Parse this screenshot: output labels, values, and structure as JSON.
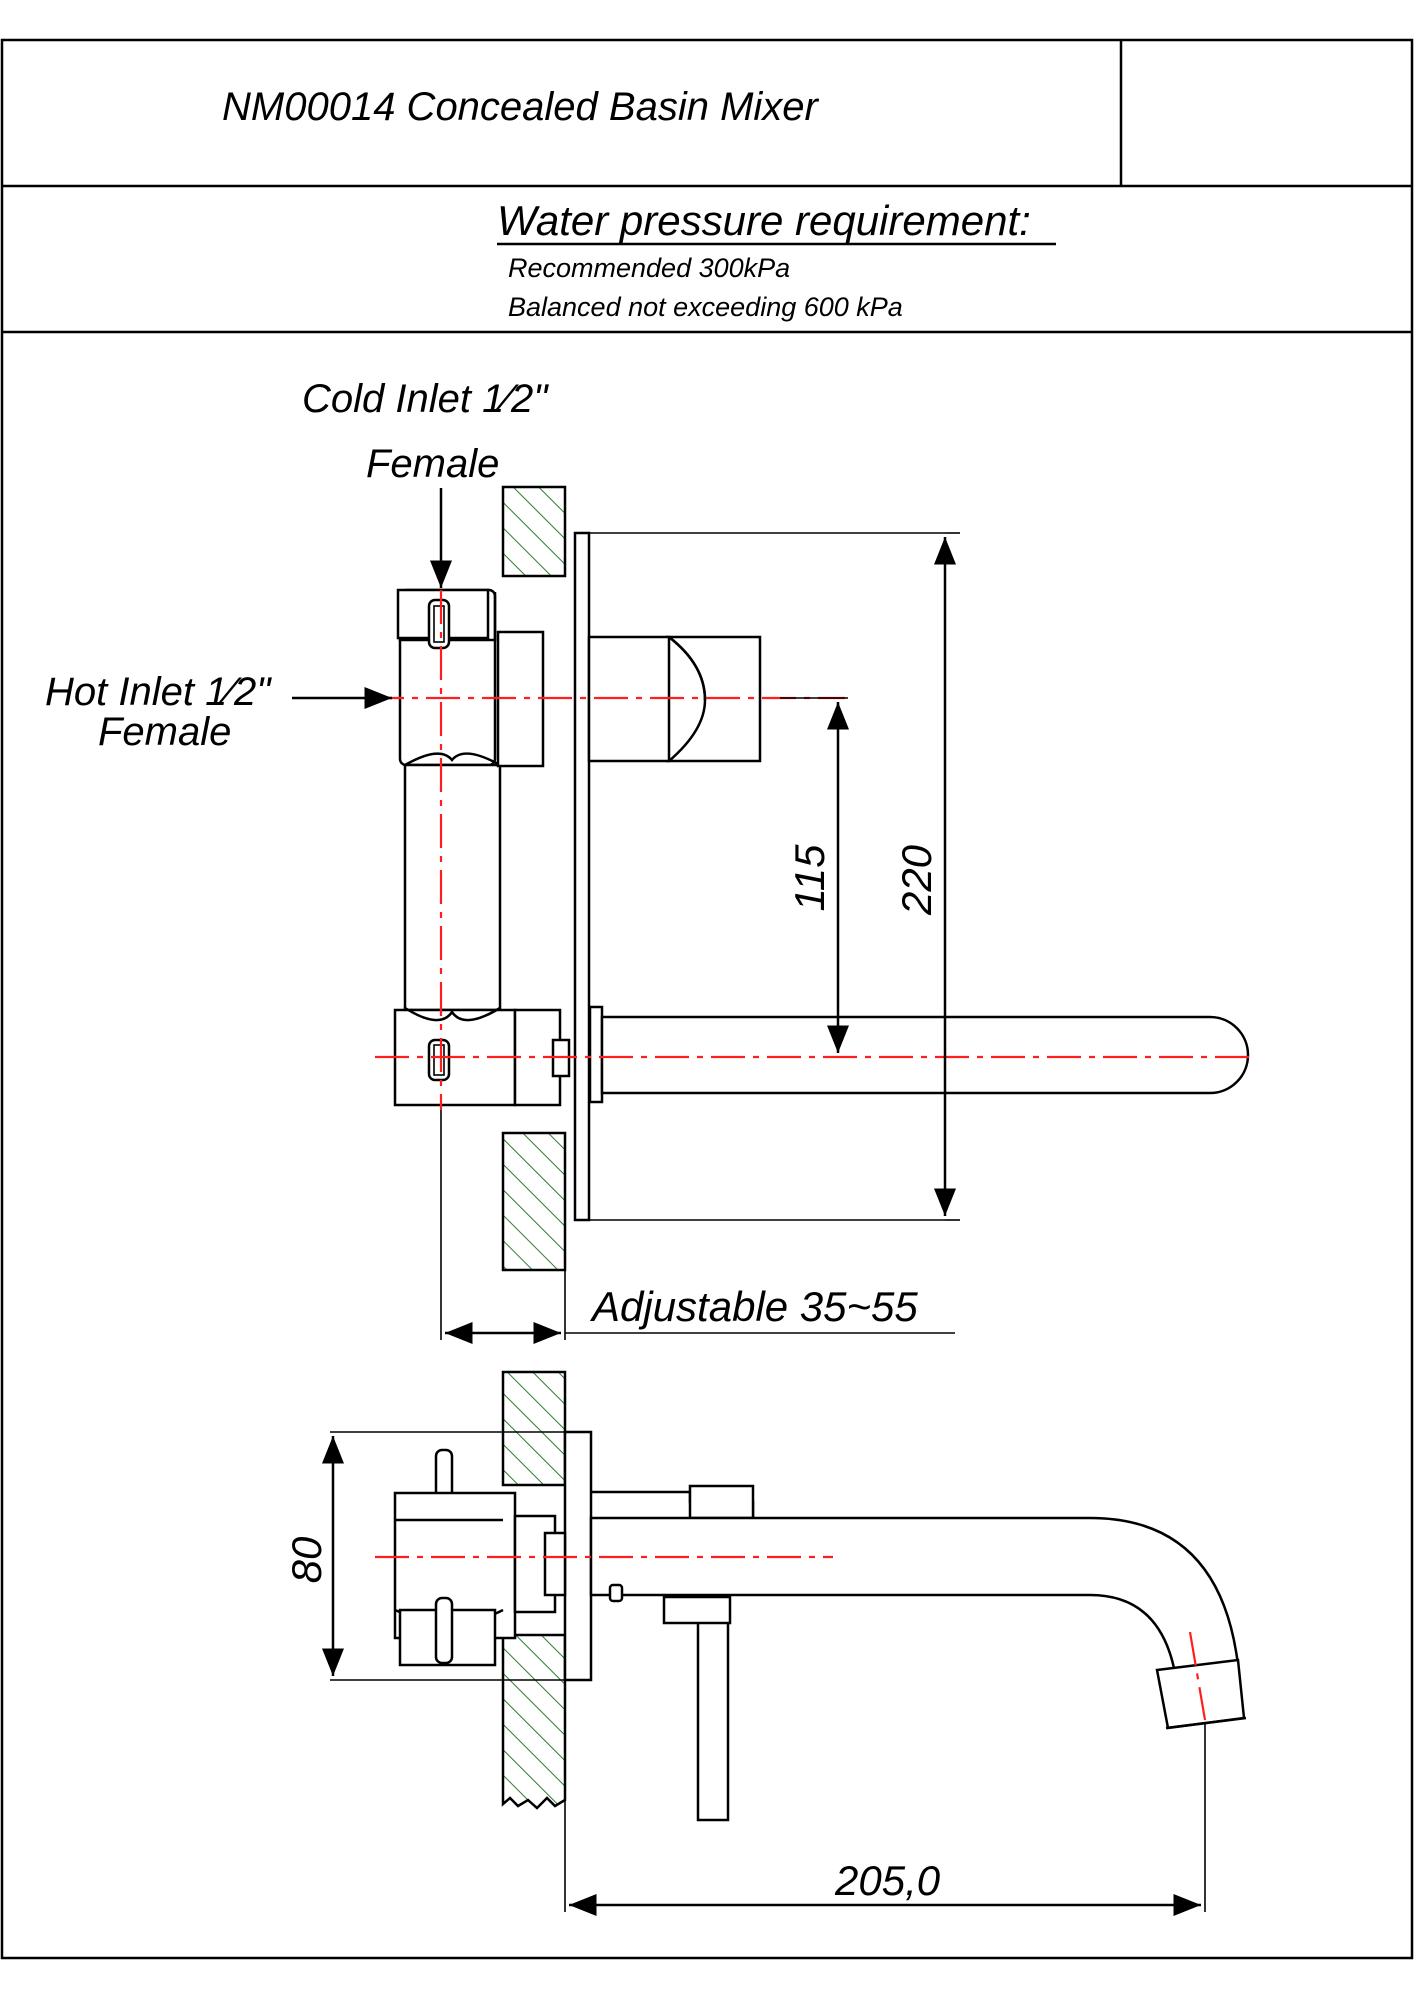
{
  "title": "NM00014 Concealed Basin Mixer",
  "pressure": {
    "heading": "Water pressure requirement:",
    "recommended": "Recommended 300kPa",
    "balanced": "Balanced not exceeding 600 kPa"
  },
  "labels": {
    "cold_inlet_line1": "Cold Inlet 1⁄2\"",
    "cold_inlet_line2": "Female",
    "hot_inlet_line1": "Hot Inlet 1⁄2\"",
    "hot_inlet_line2": "Female"
  },
  "dimensions": {
    "outlet_offset": "115",
    "plate_height": "220",
    "adjustable": "Adjustable 35~55",
    "body_depth": "80",
    "spout_reach": "205,0"
  },
  "colors": {
    "line": "#000000",
    "centerline": "#ff1e1e",
    "hatch": "#2e7d32"
  }
}
